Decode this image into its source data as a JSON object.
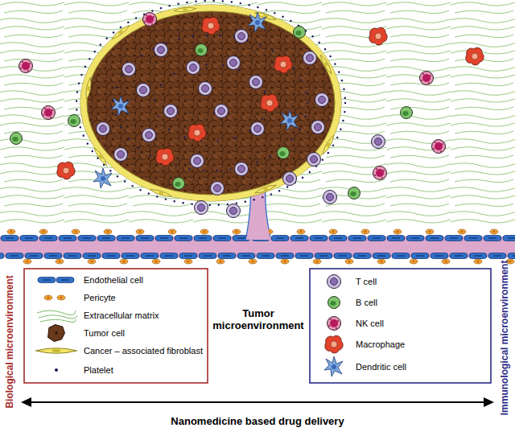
{
  "diagram": {
    "labels": [
      "Tumor microenvironment",
      "Biological microenvironment",
      "Immunological microenvironment",
      "Nanomedicine based drug delivery"
    ],
    "legend": [
      {
        "text": "Endothelial cell"
      },
      {
        "text": "Pericyte"
      },
      {
        "text": "Extracellular matrix"
      },
      {
        "text": "Tumor cell"
      },
      {
        "text": "Cancer – associated fibroblast"
      },
      {
        "text": "Platelet"
      },
      {
        "text": "T cell"
      },
      {
        "text": "B cell"
      },
      {
        "text": "NK cell"
      },
      {
        "text": "Macrophage"
      },
      {
        "text": "Dendritic cell"
      }
    ]
  }
}
